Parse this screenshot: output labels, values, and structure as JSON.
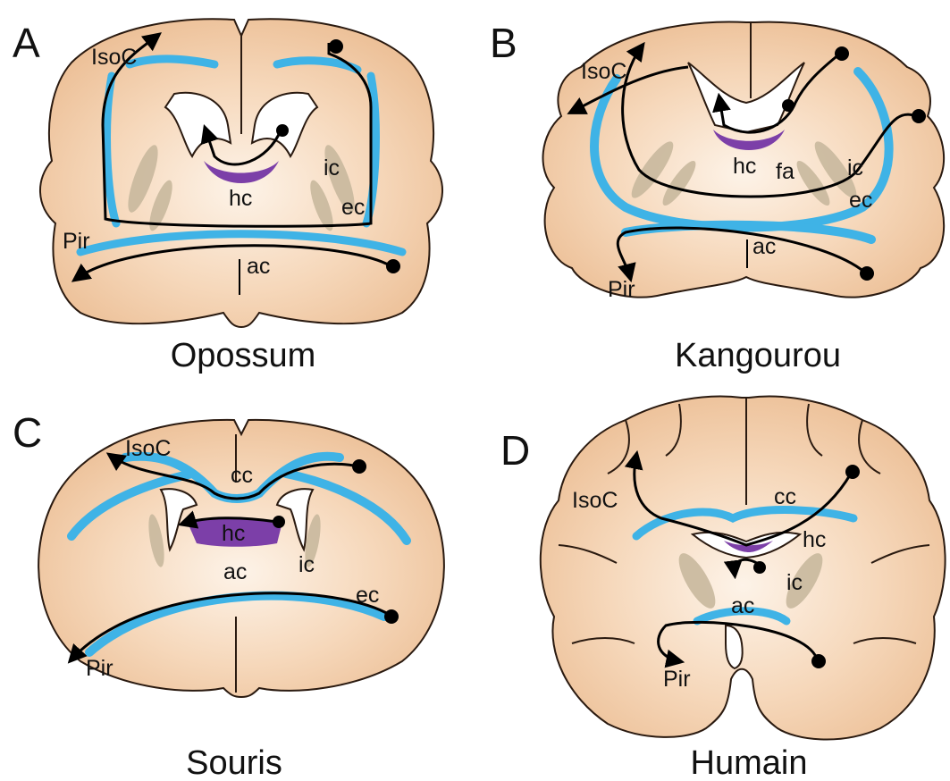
{
  "colors": {
    "tissue": "#f2c9a4",
    "tissue_light": "#fbeede",
    "outline": "#2a1a10",
    "blue_commissure": "#3fb3e6",
    "hippocampal_commissure": "#7c3fa8",
    "internal_capsule": "#c9b99e",
    "path": "#000000"
  },
  "panels": [
    {
      "letter": "A",
      "species": "Opossum",
      "labels": {
        "isoc": "IsoC",
        "hc": "hc",
        "ic": "ic",
        "ec": "ec",
        "pir": "Pir",
        "ac": "ac"
      }
    },
    {
      "letter": "B",
      "species": "Kangourou",
      "labels": {
        "isoc": "IsoC",
        "hc": "hc",
        "fa": "fa",
        "ic": "ic",
        "ec": "ec",
        "ac": "ac",
        "pir": "Pir"
      }
    },
    {
      "letter": "C",
      "species": "Souris",
      "labels": {
        "isoc": "IsoC",
        "cc": "cc",
        "hc": "hc",
        "ic": "ic",
        "ac": "ac",
        "ec": "ec",
        "pir": "Pir"
      }
    },
    {
      "letter": "D",
      "species": "Humain",
      "labels": {
        "isoc": "IsoC",
        "cc": "cc",
        "hc": "hc",
        "ic": "ic",
        "ac": "ac",
        "pir": "Pir"
      }
    }
  ]
}
